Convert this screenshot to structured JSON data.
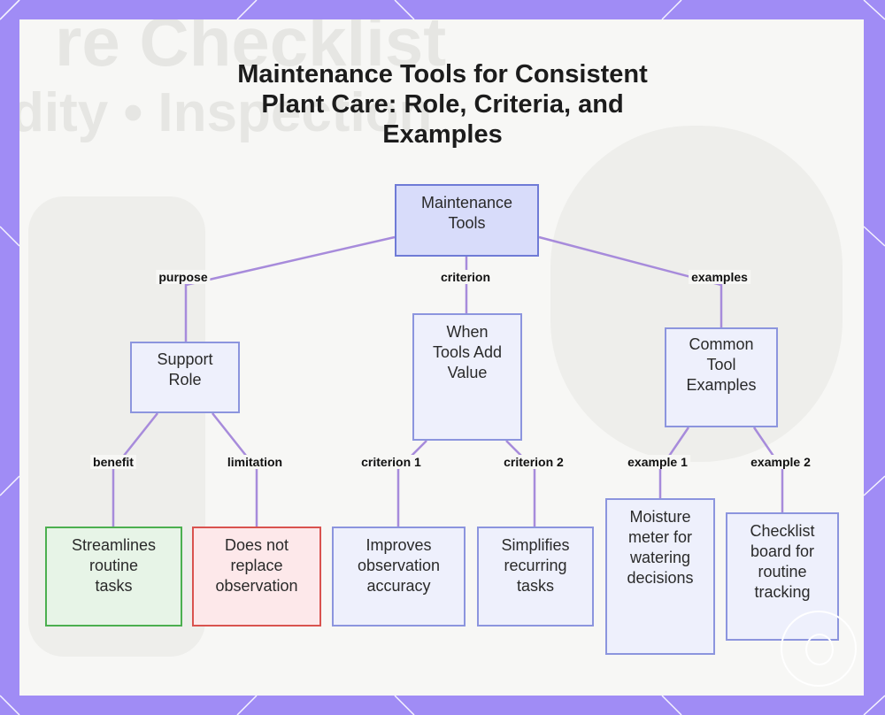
{
  "title": {
    "line1": "Maintenance Tools for Consistent",
    "line2": "Plant Care: Role, Criteria, and",
    "line3": "Examples"
  },
  "background": {
    "word1": "re Checklist",
    "word2": "dity • Inspection"
  },
  "nodes": {
    "root": [
      "Maintenance",
      "Tools"
    ],
    "support": [
      "Support",
      "Role"
    ],
    "when": [
      "When",
      "Tools Add",
      "Value"
    ],
    "common": [
      "Common",
      "Tool",
      "Examples"
    ],
    "streamlines": [
      "Streamlines",
      "routine",
      "tasks"
    ],
    "notreplace": [
      "Does not",
      "replace",
      "observation"
    ],
    "improves": [
      "Improves",
      "observation",
      "accuracy"
    ],
    "simplifies": [
      "Simplifies",
      "recurring",
      "tasks"
    ],
    "moisture": [
      "Moisture",
      "meter for",
      "watering",
      "decisions"
    ],
    "checklist": [
      "Checklist",
      "board for",
      "routine",
      "tracking"
    ]
  },
  "edge_labels": {
    "purpose": "purpose",
    "criterion": "criterion",
    "examples": "examples",
    "benefit": "benefit",
    "limitation": "limitation",
    "criterion1": "criterion 1",
    "criterion2": "criterion 2",
    "example1": "example 1",
    "example2": "example 2"
  },
  "colors": {
    "edge": "#a78bdb",
    "frame": "#a08cf5",
    "benefit": "#4caf50",
    "limitation": "#d9534f"
  },
  "icons": {
    "logo": "watermark-logo-icon"
  }
}
